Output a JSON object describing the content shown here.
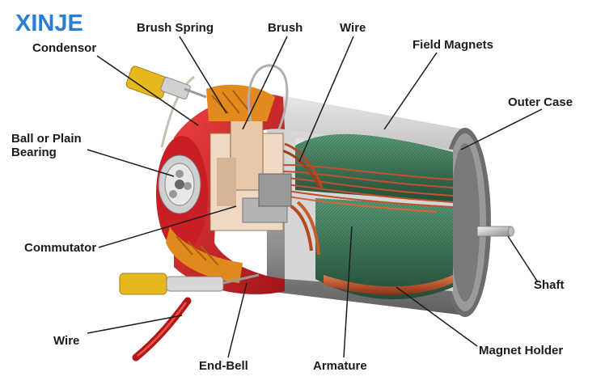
{
  "brand": {
    "logo_text": "XINJE",
    "color": "#2a7fd3"
  },
  "labels": {
    "condensor": "Condensor",
    "brush_spring": "Brush Spring",
    "brush": "Brush",
    "wire_top": "Wire",
    "field_magnets": "Field Magnets",
    "outer_case": "Outer Case",
    "ball_bearing": "Ball or Plain\nBearing",
    "commutator": "Commutator",
    "shaft": "Shaft",
    "wire_bottom": "Wire",
    "end_bell": "End-Bell",
    "armature": "Armature",
    "magnet_holder": "Magnet Holder"
  },
  "colors": {
    "casing": "#c8c8c8",
    "armature_green": "#3e7a58",
    "copper": "#c0522b",
    "end_bell_red": "#d8232a",
    "capacitor_yellow": "#e6b81e",
    "brush_orange": "#e08a1e"
  }
}
